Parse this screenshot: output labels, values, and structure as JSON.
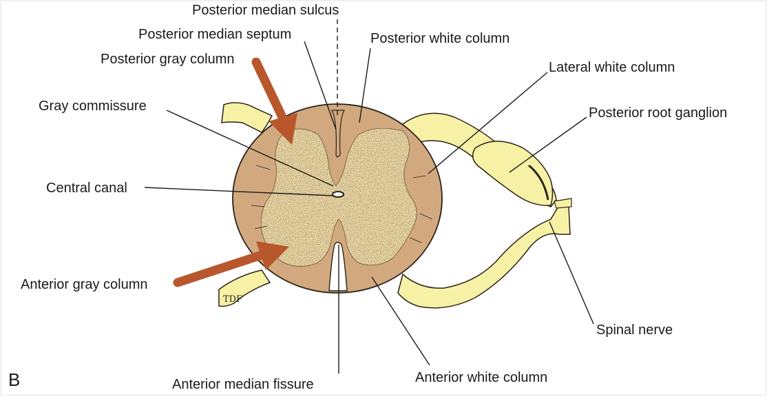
{
  "figure": {
    "panel_letter": "B",
    "labels": {
      "posterior_median_sulcus": "Posterior median sulcus",
      "posterior_median_septum": "Posterior median septum",
      "posterior_white_column": "Posterior white column",
      "posterior_gray_column": "Posterior gray column",
      "lateral_white_column": "Lateral white column",
      "gray_commissure": "Gray commissure",
      "posterior_root_ganglion": "Posterior root ganglion",
      "central_canal": "Central canal",
      "anterior_gray_column": "Anterior gray column",
      "spinal_nerve": "Spinal nerve",
      "anterior_median_fissure": "Anterior median fissure",
      "anterior_white_column": "Anterior white column"
    },
    "artist_mark": "TDF",
    "colors": {
      "white_matter": "#d2a97f",
      "gray_matter": "#ead7a4",
      "nerve_root": "#f7f1a6",
      "arrow": "#b8562c",
      "outline": "#2a2118"
    }
  }
}
